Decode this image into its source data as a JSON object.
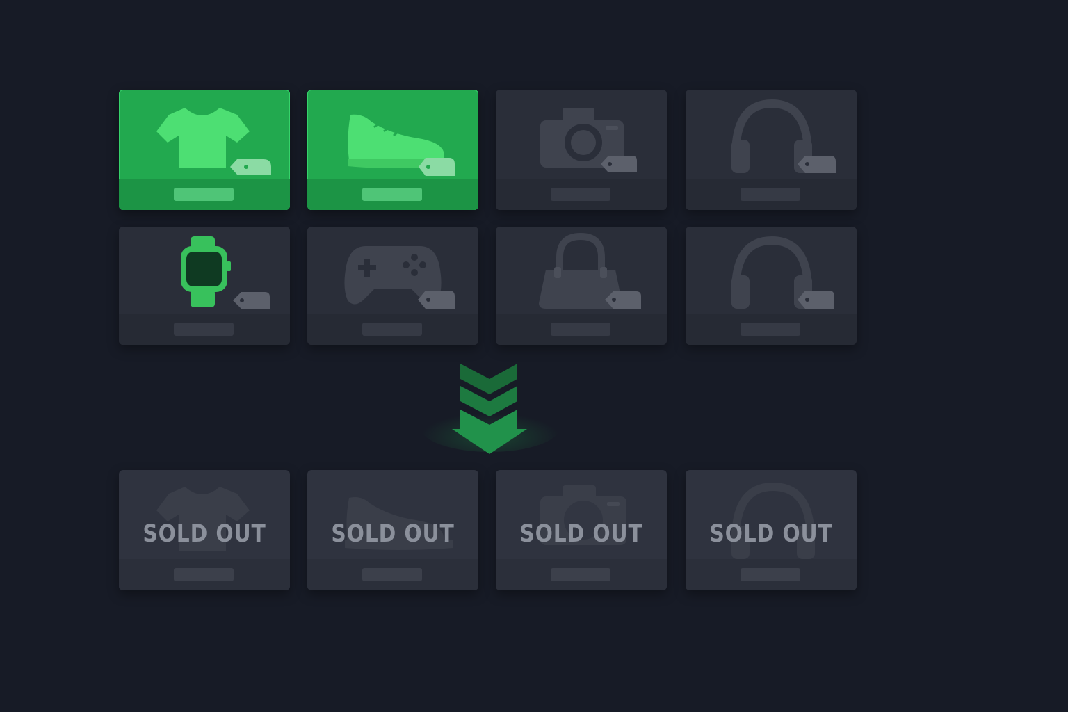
{
  "catalog": {
    "available_items": [
      {
        "icon": "tshirt-icon",
        "state": "selected"
      },
      {
        "icon": "sneaker-icon",
        "state": "selected"
      },
      {
        "icon": "camera-icon",
        "state": "default"
      },
      {
        "icon": "headphones-icon",
        "state": "default"
      },
      {
        "icon": "smartwatch-icon",
        "state": "default"
      },
      {
        "icon": "gamepad-icon",
        "state": "default"
      },
      {
        "icon": "handbag-icon",
        "state": "default"
      },
      {
        "icon": "headphones-icon",
        "state": "default"
      }
    ],
    "transition_icon": "triple-chevron-down-icon",
    "soldout_items": [
      {
        "icon": "tshirt-icon",
        "badge": "SOLD OUT"
      },
      {
        "icon": "sneaker-icon",
        "badge": "SOLD OUT"
      },
      {
        "icon": "camera-icon",
        "badge": "SOLD OUT"
      },
      {
        "icon": "headphones-icon",
        "badge": "SOLD OUT"
      }
    ]
  },
  "colors": {
    "background": "#171b26",
    "card": "#2a2e39",
    "selected": "#22a94f",
    "accent_icon": "#4ddf73",
    "muted_icon": "#3f434e",
    "arrow": "#1f8a45"
  }
}
